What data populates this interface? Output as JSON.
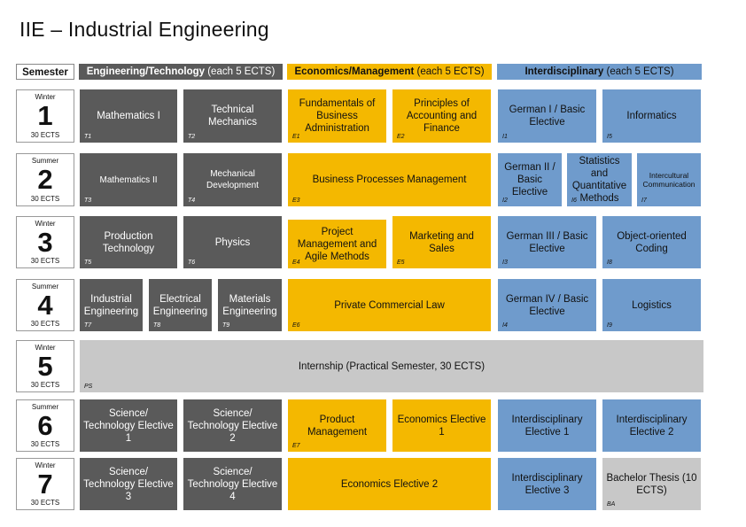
{
  "title": "IIE – Industrial Engineering",
  "headers": {
    "semester": "Semester",
    "engineering_bold": "Engineering/Technology",
    "engineering_rest": " (each 5 ECTS)",
    "economics_bold": "Economics/Management",
    "economics_rest": " (each 5 ECTS)",
    "interdisciplinary_bold": "Interdisciplinary",
    "interdisciplinary_rest": " (each 5 ECTS)"
  },
  "semesters": [
    {
      "term": "Winter",
      "number": "1",
      "ects": "30 ECTS"
    },
    {
      "term": "Summer",
      "number": "2",
      "ects": "30 ECTS"
    },
    {
      "term": "Winter",
      "number": "3",
      "ects": "30 ECTS"
    },
    {
      "term": "Summer",
      "number": "4",
      "ects": "30 ECTS"
    },
    {
      "term": "Winter",
      "number": "5",
      "ects": "30 ECTS"
    },
    {
      "term": "Summer",
      "number": "6",
      "ects": "30 ECTS"
    },
    {
      "term": "Winter",
      "number": "7",
      "ects": "30 ECTS"
    }
  ],
  "modules": {
    "t1": {
      "label": "Mathematics I",
      "code": "T1"
    },
    "t2": {
      "label": "Technical Mechanics",
      "code": "T2"
    },
    "e1": {
      "label": "Fundamentals of Business Administration",
      "code": "E1"
    },
    "e2": {
      "label": "Principles of Accounting and Finance",
      "code": "E2"
    },
    "i1": {
      "label": "German I / Basic Elective",
      "code": "I1"
    },
    "i5": {
      "label": "Informatics",
      "code": "I5"
    },
    "t3": {
      "label": "Mathematics II",
      "code": "T3"
    },
    "t4": {
      "label": "Mechanical Development",
      "code": "T4"
    },
    "e3": {
      "label": "Business Processes Management",
      "code": "E3"
    },
    "i2": {
      "label": "German II / Basic Elective",
      "code": "I2"
    },
    "i6": {
      "label": "Statistics and Quantitative Methods",
      "code": "I6"
    },
    "i7": {
      "label": "Intercultural Communication",
      "code": "I7"
    },
    "t5": {
      "label": "Production Technology",
      "code": "T5"
    },
    "t6": {
      "label": "Physics",
      "code": "T6"
    },
    "e4": {
      "label": "Project Management and Agile Methods",
      "code": "E4"
    },
    "e5": {
      "label": "Marketing and Sales",
      "code": "E5"
    },
    "i3": {
      "label": "German III / Basic Elective",
      "code": "I3"
    },
    "i8": {
      "label": "Object-oriented Coding",
      "code": "I8"
    },
    "t7": {
      "label": "Industrial Engineering",
      "code": "T7"
    },
    "t8": {
      "label": "Electrical Engineering",
      "code": "T8"
    },
    "t9": {
      "label": "Materials Engineering",
      "code": "T9"
    },
    "e6": {
      "label": "Private Commercial Law",
      "code": "E6"
    },
    "i4": {
      "label": "German IV / Basic Elective",
      "code": "I4"
    },
    "i9": {
      "label": "Logistics",
      "code": "I9"
    },
    "ps": {
      "label": "Internship (Practical Semester, 30 ECTS)",
      "code": "PS"
    },
    "sci1": {
      "label": "Science/ Technology Elective 1",
      "code": ""
    },
    "sci2": {
      "label": "Science/ Technology Elective 2",
      "code": ""
    },
    "e7": {
      "label": "Product Management",
      "code": "E7"
    },
    "ecoel1": {
      "label": "Economics Elective 1",
      "code": ""
    },
    "intel1": {
      "label": "Interdisciplinary Elective 1",
      "code": ""
    },
    "intel2": {
      "label": "Interdisciplinary Elective 2",
      "code": ""
    },
    "sci3": {
      "label": "Science/ Technology Elective 3",
      "code": ""
    },
    "sci4": {
      "label": "Science/ Technology Elective 4",
      "code": ""
    },
    "ecoel2": {
      "label": "Economics Elective 2",
      "code": ""
    },
    "intel3": {
      "label": "Interdisciplinary Elective 3",
      "code": ""
    },
    "ba": {
      "label": "Bachelor Thesis (10 ECTS)",
      "code": "BA"
    }
  },
  "colors": {
    "engineering": "#5a5a5a",
    "economics": "#f4b800",
    "interdisciplinary": "#6f9bcc",
    "internship": "#c8c8c8"
  }
}
